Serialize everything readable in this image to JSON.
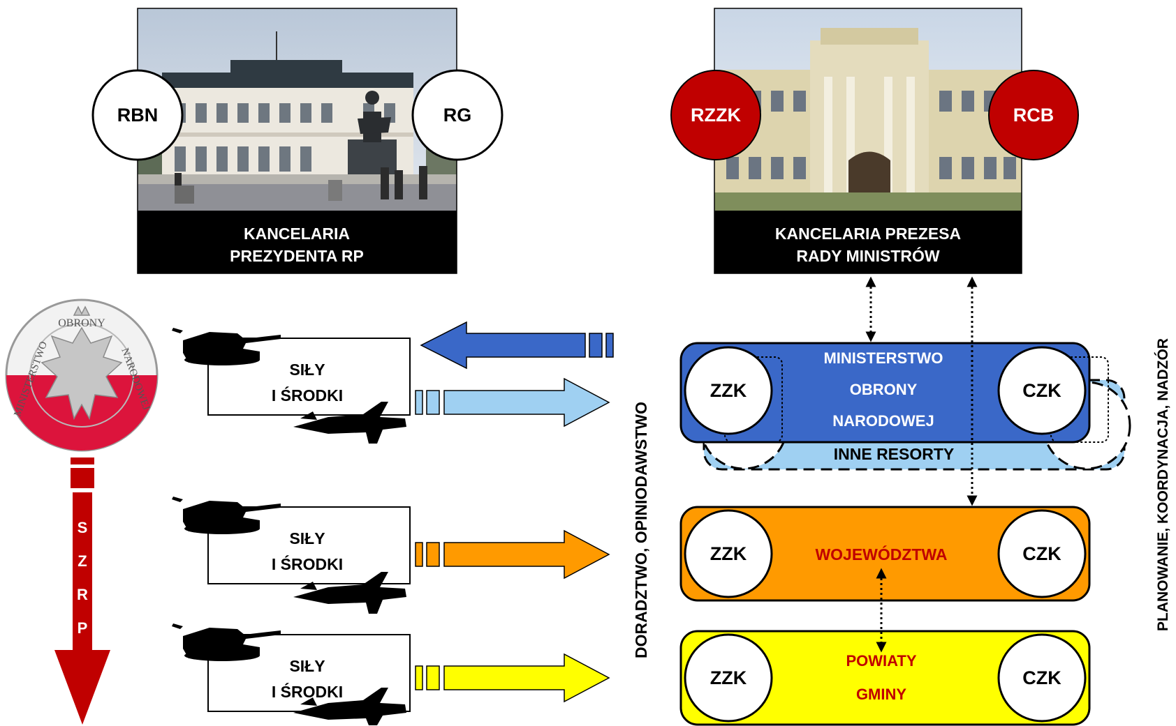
{
  "presidential": {
    "caption_line1": "KANCELARIA",
    "caption_line2": "PREZYDENTA RP",
    "left_circle": "RBN",
    "right_circle": "RG"
  },
  "prime_minister": {
    "caption_line1": "KANCELARIA  PREZESA",
    "caption_line2": "RADY  MINISTRÓW",
    "left_circle": "RZZK",
    "right_circle": "RCB"
  },
  "forces_boxes": [
    {
      "line1": "SIŁY",
      "line2": "I ŚRODKI"
    },
    {
      "line1": "SIŁY",
      "line2": "I ŚRODKI"
    },
    {
      "line1": "SIŁY",
      "line2": "I ŚRODKI"
    }
  ],
  "emblem": {
    "text_top": "OBRONY",
    "text_left": "MINISTERSTWO",
    "text_right": "NARODOWEJ"
  },
  "szrp_letters": [
    "S",
    "Z",
    "R",
    "P"
  ],
  "ministry": {
    "line1": "MINISTERSTWO",
    "line2": "OBRONY",
    "line3": "NARODOWEJ",
    "left_circle": "ZZK",
    "right_circle": "CZK",
    "other_label": "INNE RESORTY"
  },
  "voivodeships": {
    "label": "WOJEWÓDZTWA",
    "left_circle": "ZZK",
    "right_circle": "CZK"
  },
  "districts": {
    "line1": "POWIATY",
    "line2": "GMINY",
    "left_circle": "ZZK",
    "right_circle": "CZK"
  },
  "vertical_label_advisory": "DORADZTWO, OPINIODAWSTWO",
  "vertical_label_planning": "PLANOWANIE,  KOORDYNACJA,  NADZÓR",
  "colors": {
    "ministry_blue": "#3a68c8",
    "light_blue": "#9fd0f2",
    "orange": "#ff9a00",
    "yellow": "#ffff00",
    "dark_red": "#c00000",
    "poland_red": "#dc143c"
  }
}
